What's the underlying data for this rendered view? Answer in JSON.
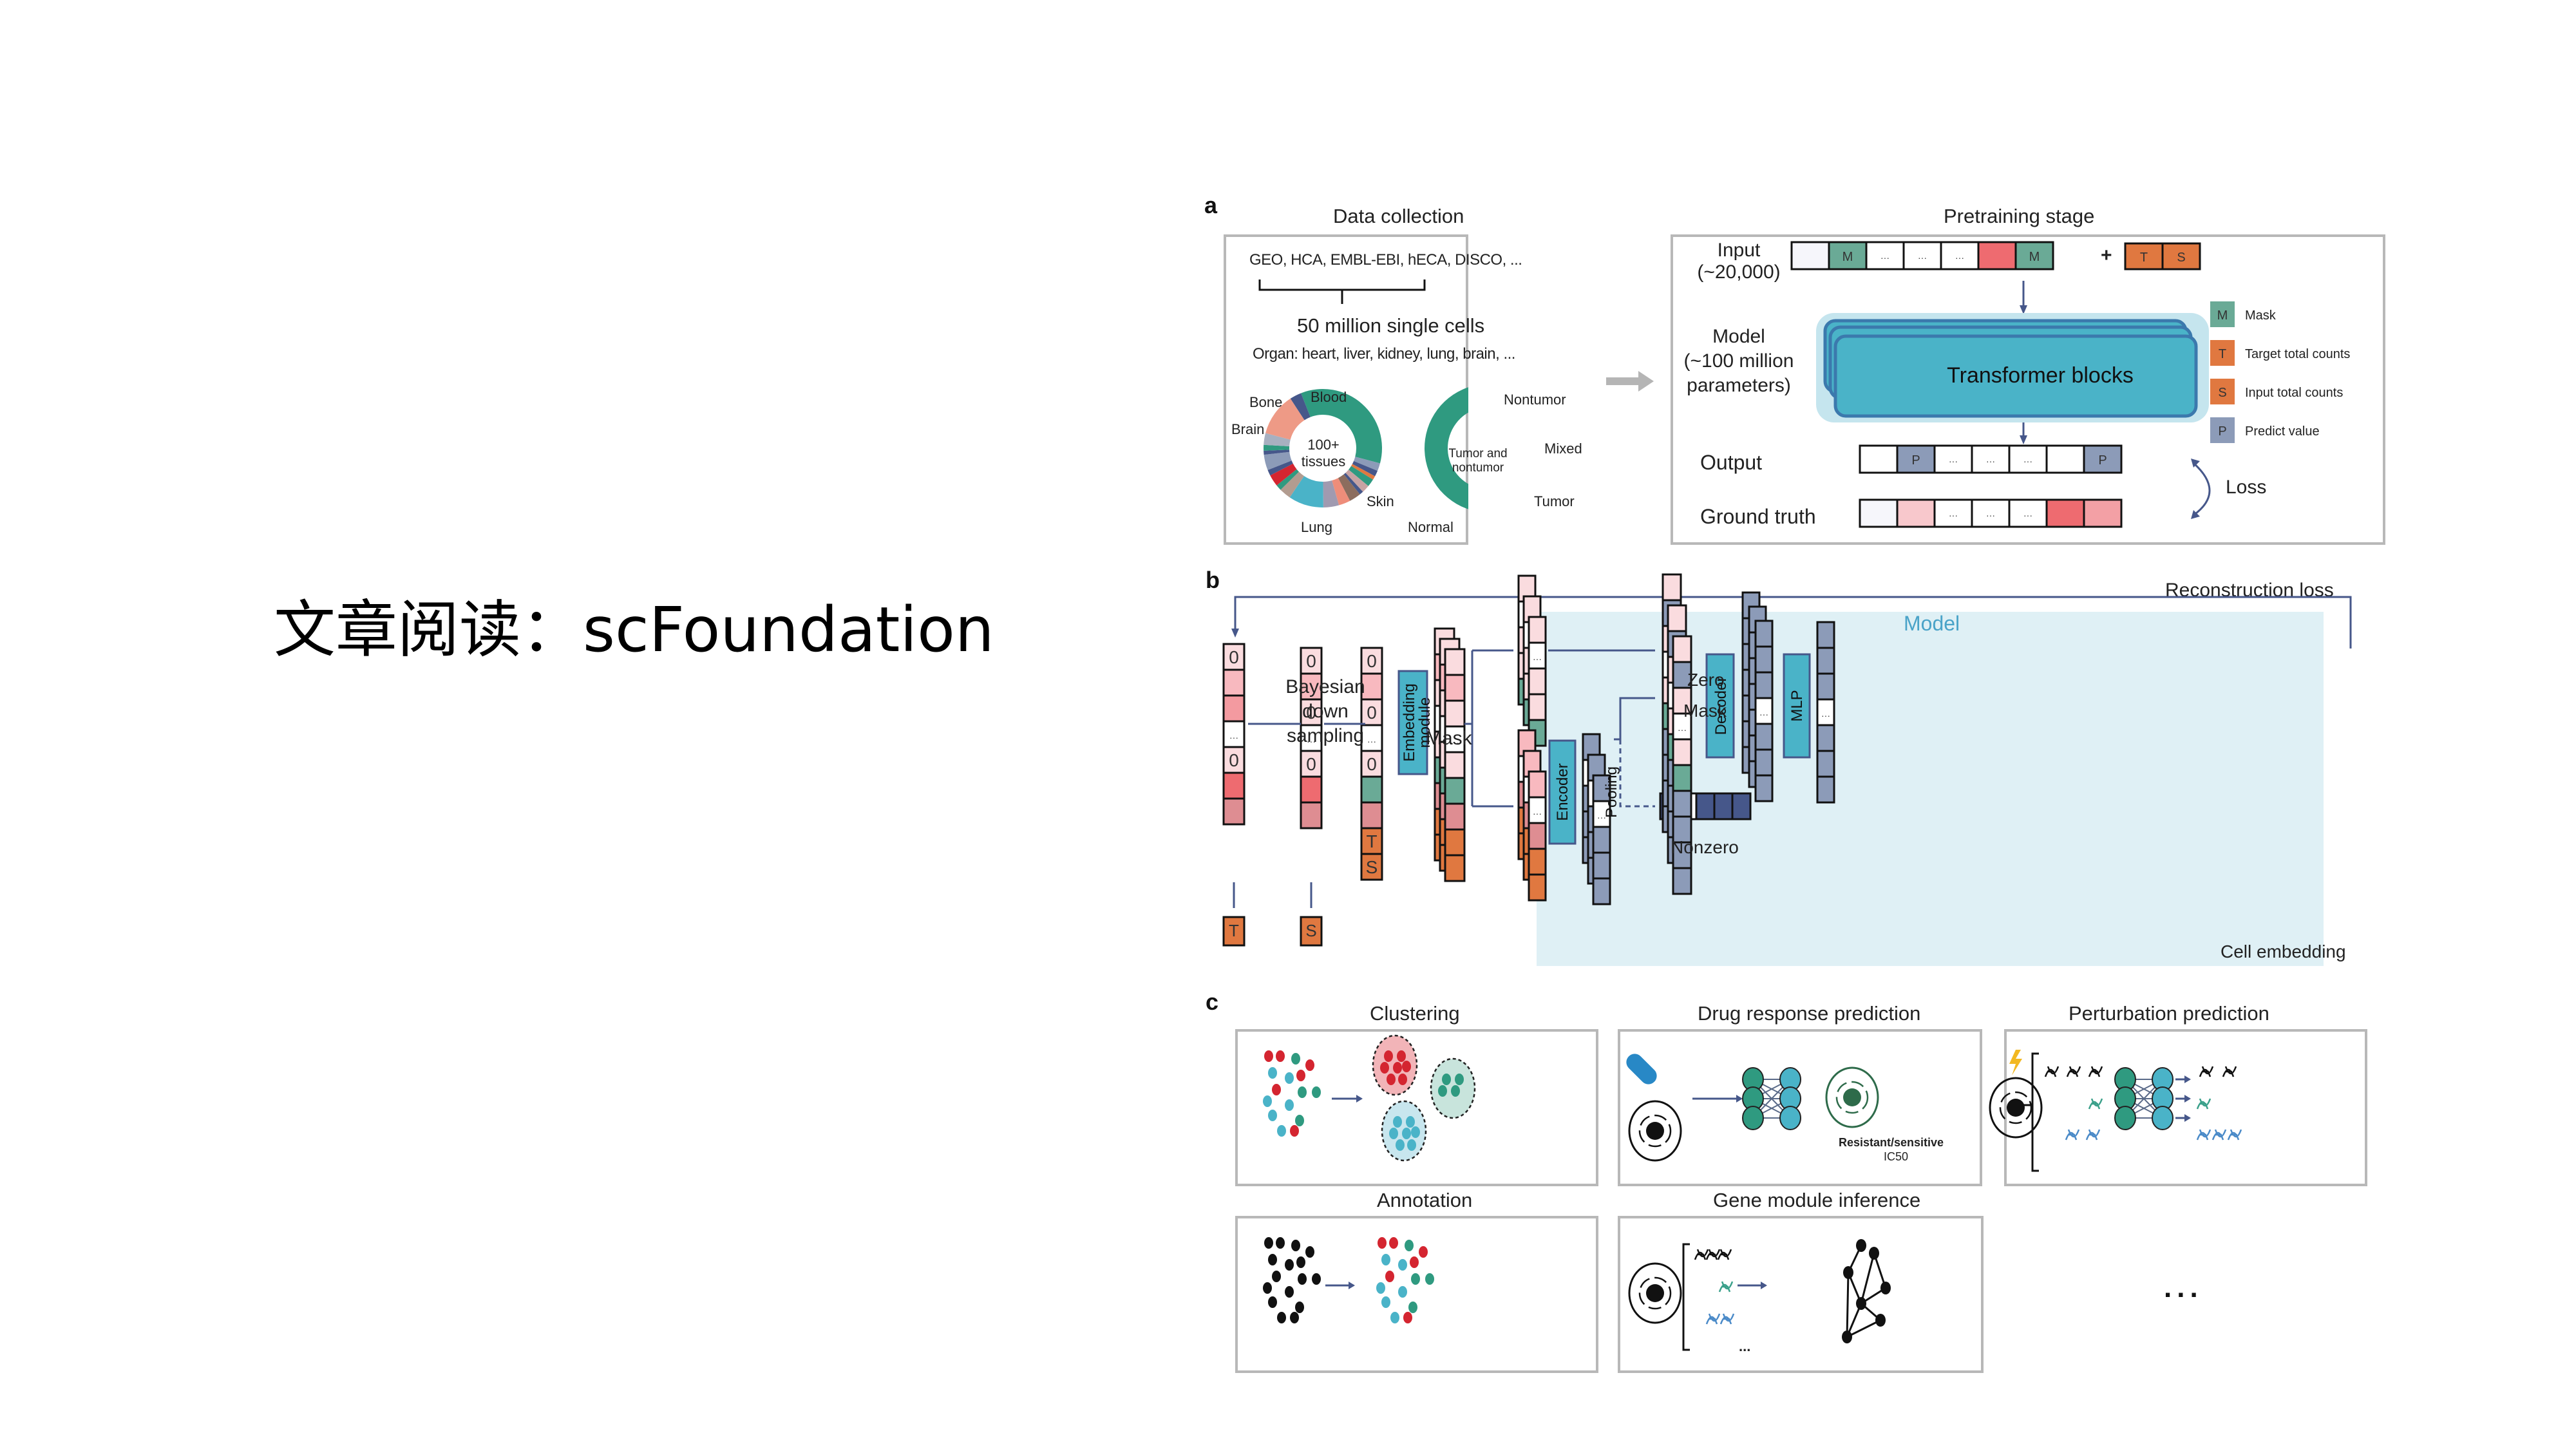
{
  "slide": {
    "title": "文章阅读：scFoundation"
  },
  "figure": {
    "panel_a": {
      "label": "a",
      "data_collection": {
        "title": "Data collection",
        "sources": "GEO, HCA, EMBL-EBI, hECA, DISCO, ...",
        "cells": "50 million single cells",
        "organs": "Organ: heart, liver, kidney, lung, brain, ...",
        "tissue_donut": {
          "center_line1": "100+",
          "center_line2": "tissues",
          "labels": [
            "Bone",
            "Blood",
            "Brain",
            "Skin",
            "Lung"
          ]
        },
        "tumor_donut": {
          "center_line1": "Tumor and",
          "center_line2": "nontumor",
          "labels": [
            "Nontumor",
            "Mixed",
            "Tumor",
            "Normal"
          ]
        }
      },
      "pretraining": {
        "title": "Pretraining stage",
        "input_label_1": "Input",
        "input_label_2": "(~20,000)",
        "model_label_1": "Model",
        "model_label_2": "(~100 million",
        "model_label_3": "parameters)",
        "transformer": "Transformer blocks",
        "output_label": "Output",
        "ground_truth_label": "Ground truth",
        "loss_label": "Loss",
        "plus": "+",
        "cell_text": {
          "mask": "M",
          "target": "T",
          "input_total": "S",
          "predict": "P",
          "dots": "···"
        },
        "legend": [
          {
            "key": "M",
            "label": "Mask",
            "color": "#6aaa96"
          },
          {
            "key": "T",
            "label": "Target total counts",
            "color": "#e07840"
          },
          {
            "key": "S",
            "label": "Input total counts",
            "color": "#e07840"
          },
          {
            "key": "P",
            "label": "Predict value",
            "color": "#8c9bb8"
          }
        ]
      }
    },
    "panel_b": {
      "label": "b",
      "reconstruction_loss": "Reconstruction loss",
      "model_label": "Model",
      "bayesian_1": "Bayesian",
      "bayesian_2": "down",
      "bayesian_3": "sampling",
      "mask": "Mask",
      "zero_1": "Zero",
      "zero_2": "Mask",
      "nonzero": "Nonzero",
      "embedding_1": "Embedding",
      "embedding_2": "module",
      "encoder": "Encoder",
      "decoder": "Decoder",
      "mlp": "MLP",
      "pooling": "Pooling",
      "cell_embedding": "Cell embedding",
      "zero": "0",
      "dots": "···",
      "t": "T",
      "s": "S"
    },
    "panel_c": {
      "label": "c",
      "tasks": [
        {
          "title": "Clustering"
        },
        {
          "title": "Drug response prediction",
          "result_1": "Resistant/sensitive",
          "result_2": "IC50"
        },
        {
          "title": "Perturbation prediction"
        },
        {
          "title": "Annotation"
        },
        {
          "title": "Gene module inference",
          "dots": "..."
        }
      ],
      "more": "..."
    },
    "colors": {
      "teal_mask": "#6aaa96",
      "orange": "#e07840",
      "slate_predict": "#8c9bb8",
      "navy": "#46578a",
      "cyan_block": "#4ab3c8",
      "model_bg": "#dff0f5",
      "pink_light": "#fadcdf",
      "pink_mid": "#f8b9bf",
      "pink_dark": "#ee6b70",
      "rose": "#de8d92",
      "red_dot": "#d42530",
      "green_dot": "#2f9a80",
      "cyan_dot": "#4ab3c8"
    }
  }
}
